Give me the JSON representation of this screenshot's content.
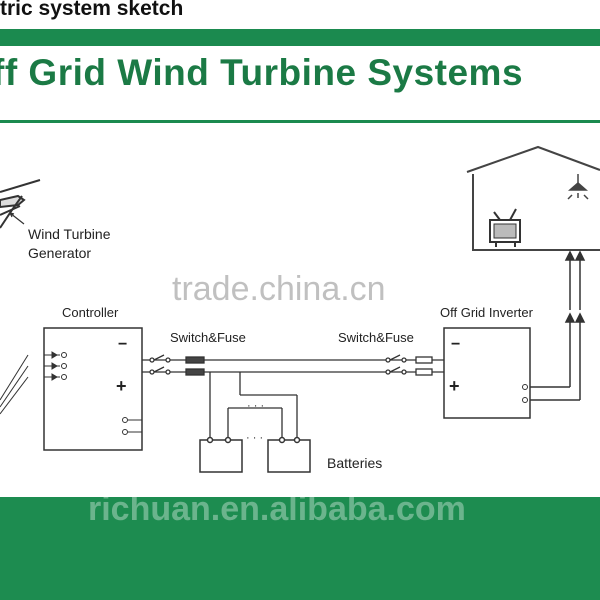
{
  "header": {
    "top_label": "tric system sketch",
    "title": "ff Grid Wind Turbine Systems"
  },
  "labels": {
    "wind_turbine": "Wind Turbine",
    "generator": "Generator",
    "controller": "Controller",
    "switch_fuse_left": "Switch&Fuse",
    "switch_fuse_right": "Switch&Fuse",
    "inverter": "Off Grid Inverter",
    "batteries": "Batteries",
    "minus_controller": "−",
    "plus_controller": "+",
    "minus_inverter": "−",
    "plus_inverter": "+",
    "battery_dots": "· · ·",
    "wire_dots": "· · ·"
  },
  "watermarks": {
    "middle": "trade.china.cn",
    "bottom": "richuan.en.alibaba.com"
  },
  "colors": {
    "green": "#1b8a4f",
    "line": "#222222"
  }
}
